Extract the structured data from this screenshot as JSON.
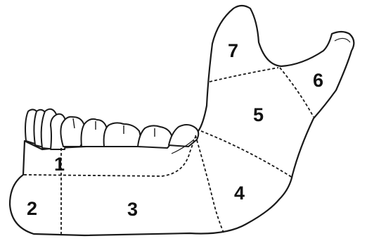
{
  "zones": [
    {
      "id": "1",
      "label": "1"
    },
    {
      "id": "2",
      "label": "2"
    },
    {
      "id": "3",
      "label": "3"
    },
    {
      "id": "4",
      "label": "4"
    },
    {
      "id": "5",
      "label": "5"
    },
    {
      "id": "6",
      "label": "6"
    },
    {
      "id": "7",
      "label": "7"
    }
  ],
  "colors": {
    "line": "#1a1a1a",
    "background": "#ffffff"
  }
}
